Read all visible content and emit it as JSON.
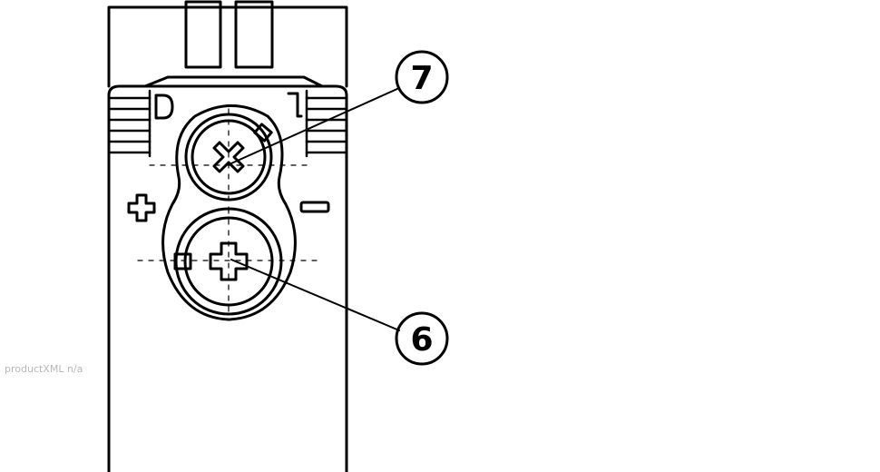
{
  "watermark": "productXML n/a",
  "callouts": [
    {
      "id": "callout-7",
      "label": "7"
    },
    {
      "id": "callout-6",
      "label": "6"
    }
  ],
  "markings": {
    "top_left": "D",
    "top_right": "L",
    "plus": "+",
    "minus": "−"
  },
  "colors": {
    "stroke": "#000000",
    "background": "#ffffff",
    "watermark": "#b8b8b8"
  }
}
